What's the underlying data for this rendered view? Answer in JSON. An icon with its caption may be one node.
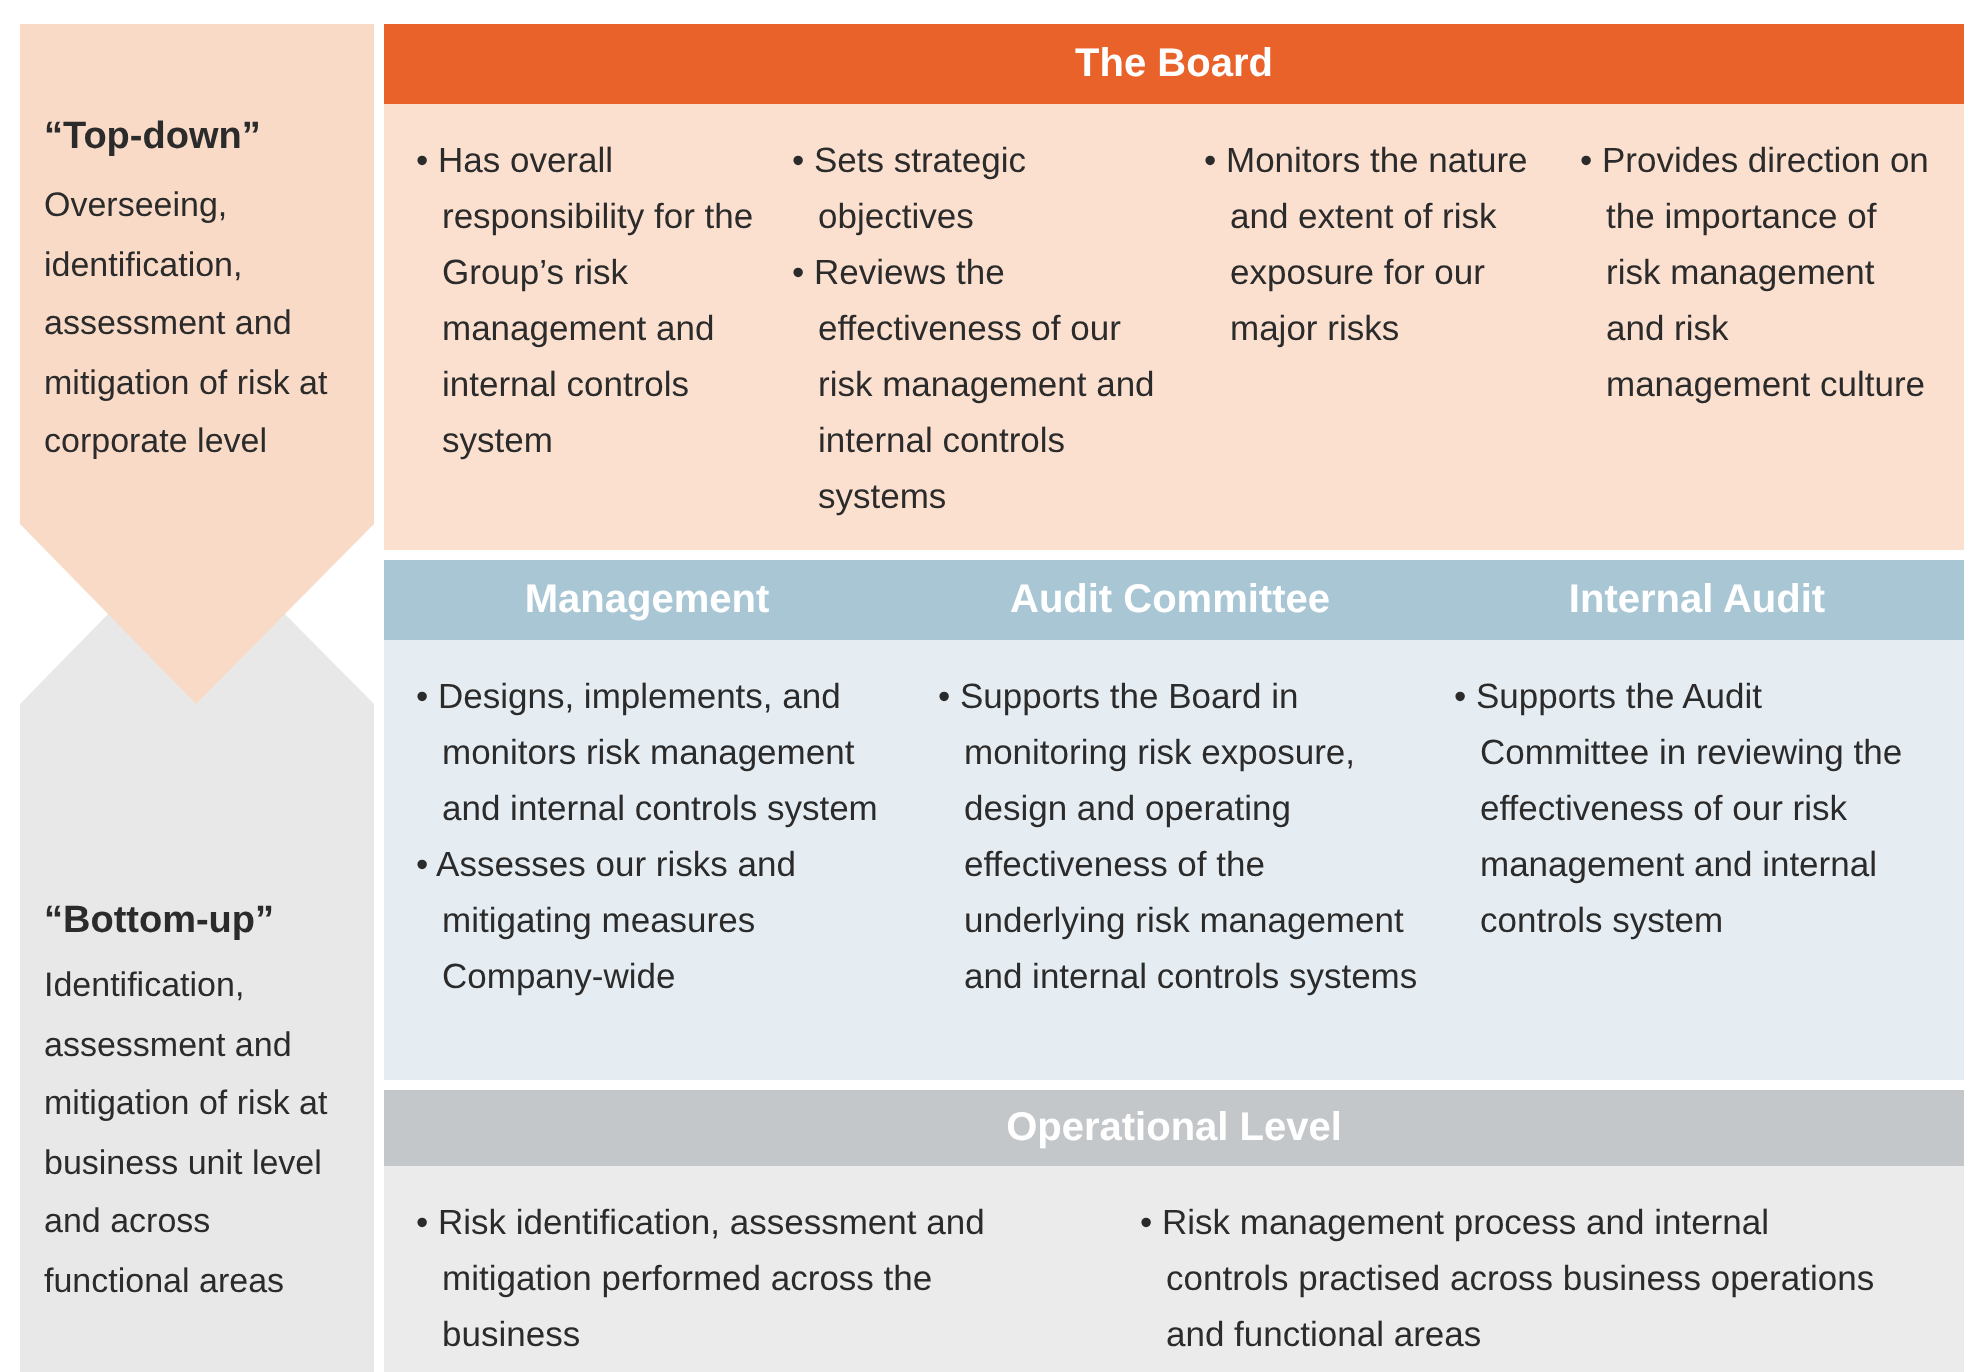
{
  "diagram": {
    "nodes": [
      {
        "text": [
          "“Top-down”",
          "Overseeing, identification, assessment and mitigation of risk at corporate level"
        ]
      },
      {
        "text": [
          "“Bottom-up”",
          "Identification, assessment and mitigation of risk at business unit level and across functional areas"
        ]
      },
      {
        "text": [
          "The Board",
          "• Has overall responsibility for the Group’s risk management and internal controls system",
          "• Sets strategic objectives",
          "• Reviews the effectiveness of our risk management and internal controls systems",
          "• Monitors the nature and extent of risk exposure for our major risks",
          "• Provides direction on the importance of risk management and risk management culture"
        ]
      },
      {
        "text": [
          "Management",
          "• Designs, implements, and monitors risk management and internal controls system",
          "• Assesses our risks and mitigating measures Company-wide"
        ]
      },
      {
        "text": [
          "Audit Committee",
          "• Supports the Board in monitoring risk exposure, design and operating effectiveness of the underlying risk management and internal controls systems"
        ]
      },
      {
        "text": [
          "Internal Audit",
          "• Supports the Audit Committee in reviewing the effectiveness of our risk management and internal controls system"
        ]
      },
      {
        "text": [
          "Operational Level",
          "• Risk identification, assessment and mitigation performed across the business",
          "• Risk management process and internal controls practised across business operations and functional areas"
        ]
      }
    ]
  }
}
